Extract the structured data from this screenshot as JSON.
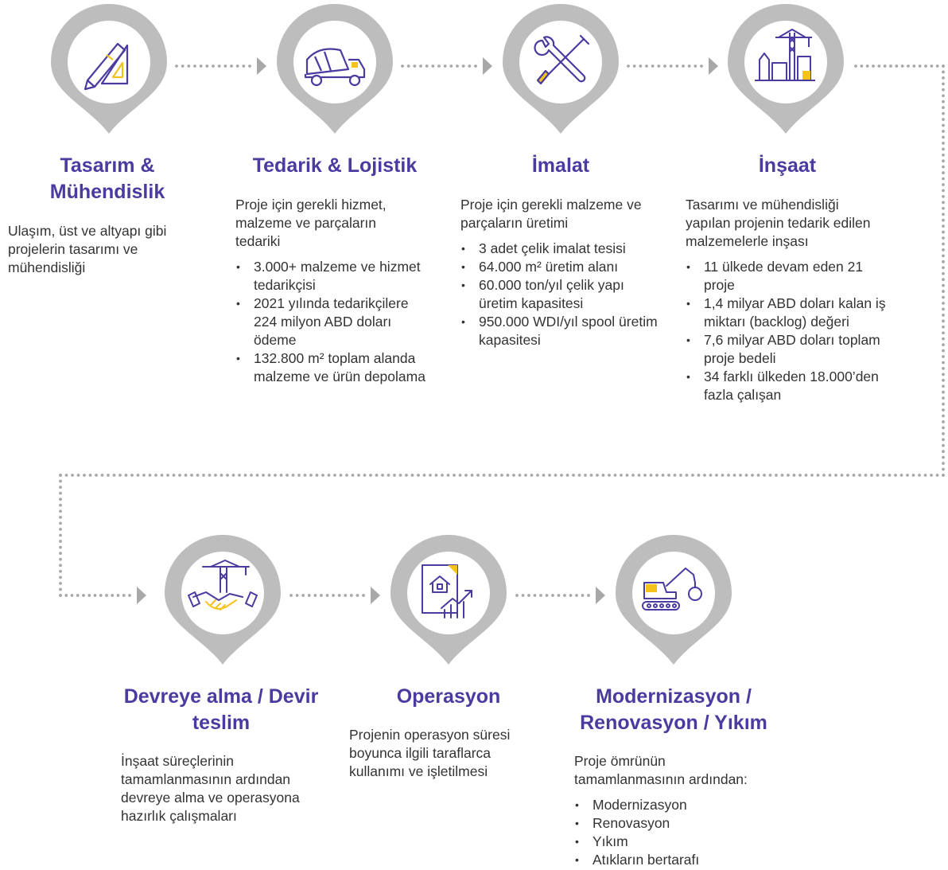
{
  "colors": {
    "title": "#4b3aa0",
    "pin_gray": "#bdbdbd",
    "icon_stroke": "#4b3aa0",
    "icon_accent": "#f5c21b",
    "dots": "#a8a8a8"
  },
  "steps": [
    {
      "icon": "design-tools-icon",
      "title": "Tasarım & Mühendislik",
      "description": "Ulaşım, üst ve altyapı gibi projelerin tasarımı ve mühendisliği",
      "bullets": []
    },
    {
      "icon": "concrete-mixer-truck-icon",
      "title": "Tedarik & Lojistik",
      "description": "Proje için gerekli hizmet, malzeme ve parçaların tedariki",
      "bullets": [
        "3.000+ malzeme ve hizmet tedarikçisi",
        "2021 yılında tedarikçilere 224 milyon ABD doları ödeme",
        "132.800 m² toplam alanda malzeme ve ürün depolama"
      ]
    },
    {
      "icon": "wrench-screwdriver-icon",
      "title": "İmalat",
      "description": "Proje için gerekli malzeme ve parçaların üretimi",
      "bullets": [
        "3 adet çelik imalat tesisi",
        "64.000 m² üretim alanı",
        "60.000 ton/yıl çelik yapı üretim kapasitesi",
        "950.000 WDI/yıl spool üretim kapasitesi"
      ]
    },
    {
      "icon": "construction-crane-buildings-icon",
      "title": "İnşaat",
      "description": "Tasarımı ve mühendisliği yapılan projenin tedarik edilen malzemelerle inşası",
      "bullets": [
        "11 ülkede devam eden 21 proje",
        "1,4 milyar ABD doları kalan iş miktarı (backlog) değeri",
        "7,6 milyar ABD doları toplam proje bedeli",
        "34 farklı ülkeden 18.000’den fazla çalışan"
      ]
    },
    {
      "icon": "handshake-crane-icon",
      "title": "Devreye alma / Devir teslim",
      "description": "İnşaat süreçlerinin tamamlanmasının ardından devreye alma ve operasyona hazırlık çalışmaları",
      "bullets": []
    },
    {
      "icon": "building-growth-chart-icon",
      "title": "Operasyon",
      "description": "Projenin operasyon süresi boyunca ilgili taraflarca kullanımı ve işletilmesi",
      "bullets": []
    },
    {
      "icon": "demolition-excavator-icon",
      "title": "Modernizasyon / Renovasyon / Yıkım",
      "description": "Proje ömrünün tamamlanmasının ardından:",
      "bullets": [
        "Modernizasyon",
        "Renovasyon",
        "Yıkım",
        "Atıkların bertarafı"
      ]
    }
  ]
}
